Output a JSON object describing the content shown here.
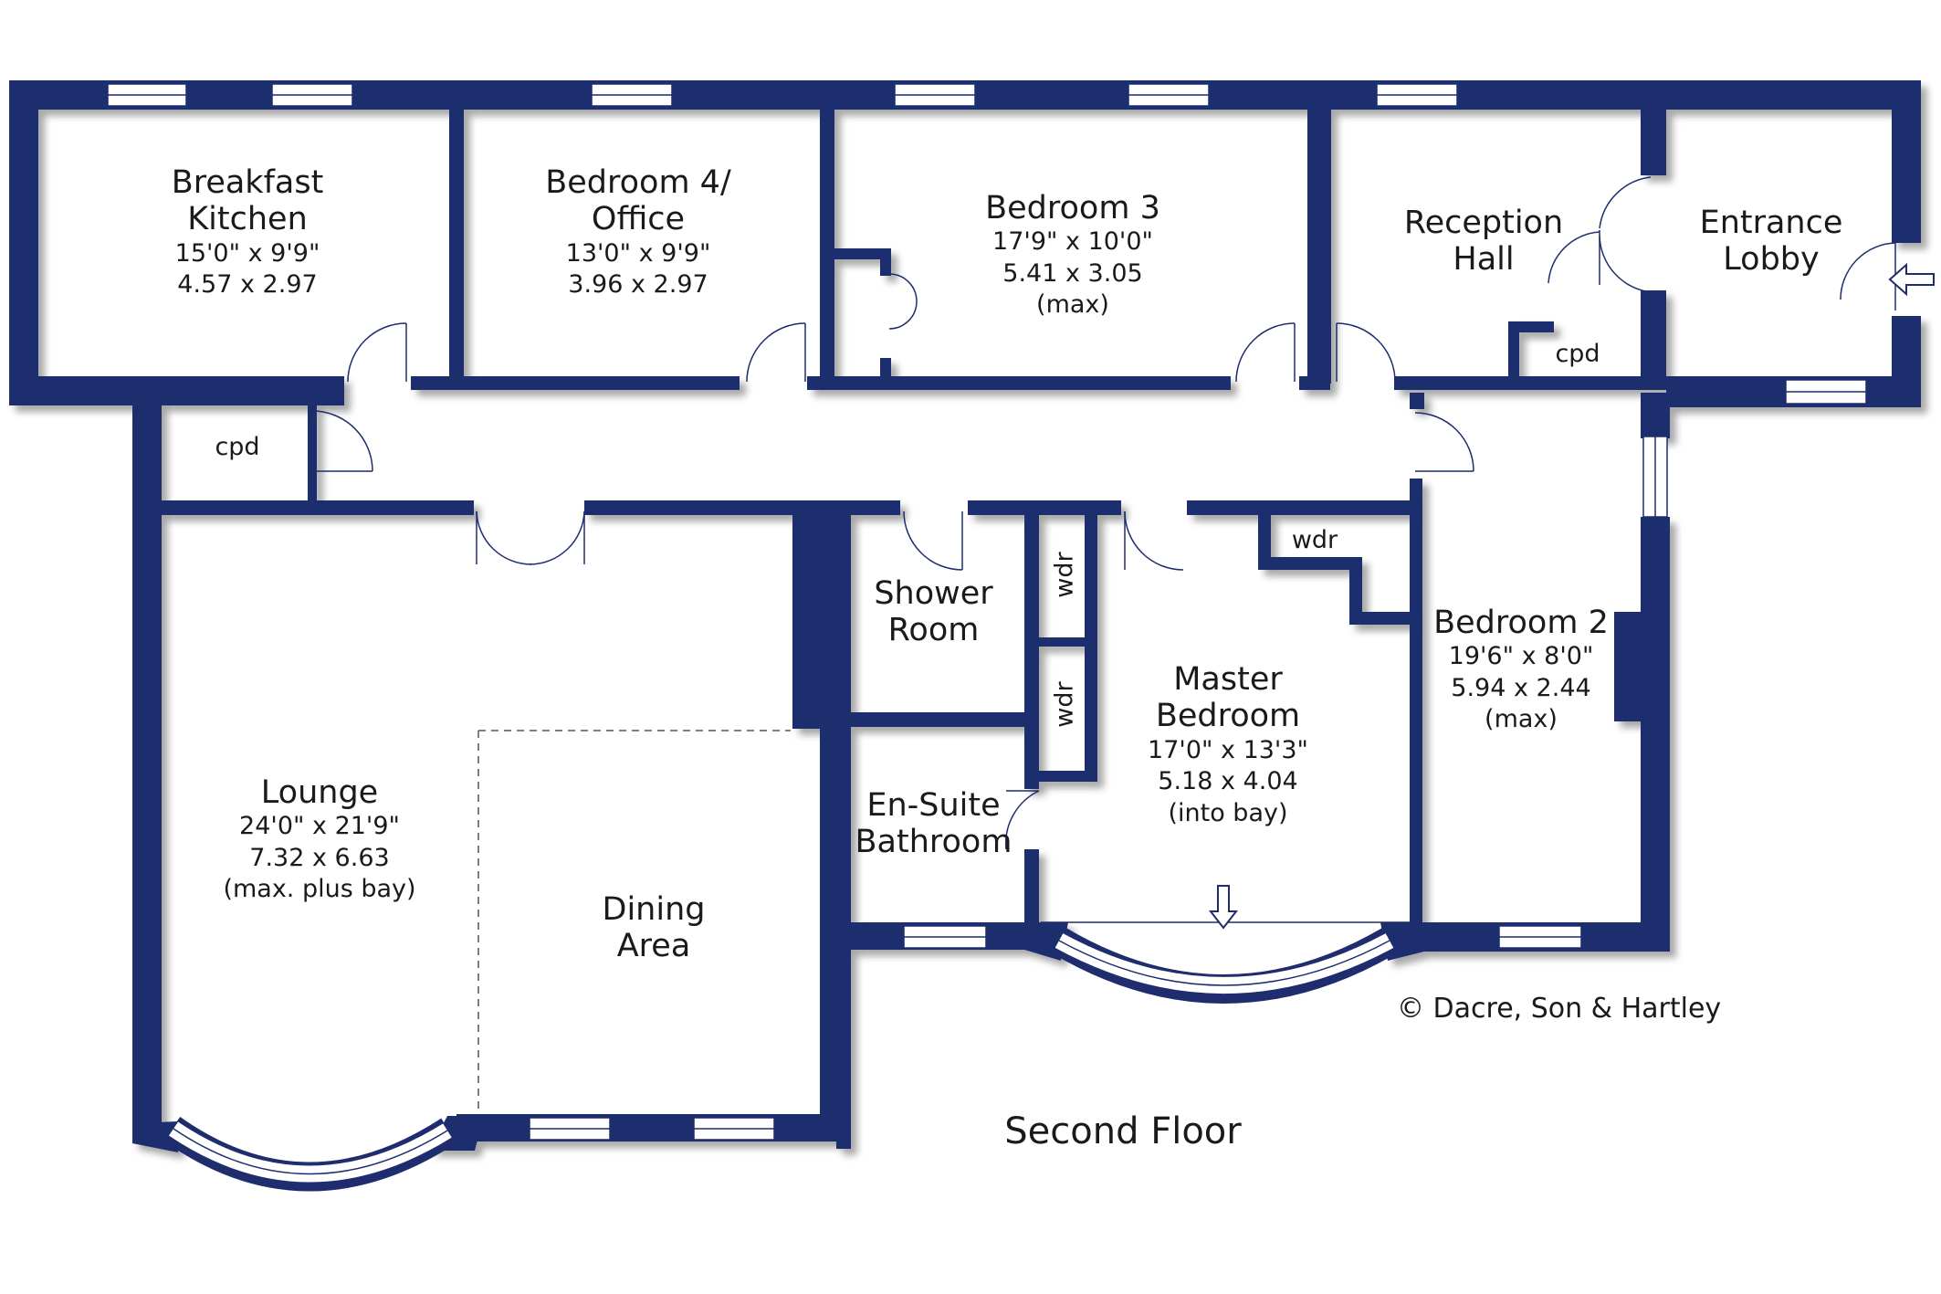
{
  "floor_title": "Second Floor",
  "copyright": "© Dacre, Son & Hartley",
  "colors": {
    "wall": "#1f2d6e",
    "background": "#ffffff",
    "window": "#ffffff",
    "shadow": "#9a9a9a"
  },
  "rooms": {
    "breakfast_kitchen": {
      "name": [
        "Breakfast",
        "Kitchen"
      ],
      "imperial": "15'0\"  x   9'9\"",
      "metric": "4.57  x   2.97"
    },
    "bedroom4": {
      "name": [
        "Bedroom 4/",
        "Office"
      ],
      "imperial": "13'0\"  x   9'9\"",
      "metric": "3.96  x   2.97"
    },
    "bedroom3": {
      "name": [
        "Bedroom 3"
      ],
      "imperial": "17'9\"  x  10'0\"",
      "metric": "5.41  x  3.05",
      "note": "(max)"
    },
    "reception_hall": {
      "name": [
        "Reception",
        "Hall"
      ]
    },
    "entrance_lobby": {
      "name": [
        "Entrance",
        "Lobby"
      ]
    },
    "lounge": {
      "name": [
        "Lounge"
      ],
      "imperial": "24'0\"  x  21'9\"",
      "metric": "7.32  x  6.63",
      "note": "(max. plus bay)"
    },
    "dining_area": {
      "name": [
        "Dining",
        "Area"
      ]
    },
    "shower_room": {
      "name": [
        "Shower",
        "Room"
      ]
    },
    "ensuite": {
      "name": [
        "En-Suite",
        "Bathroom"
      ]
    },
    "master_bedroom": {
      "name": [
        "Master",
        "Bedroom"
      ],
      "imperial": "17'0\"  x  13'3\"",
      "metric": "5.18  x  4.04",
      "note": "(into bay)"
    },
    "bedroom2": {
      "name": [
        "Bedroom 2"
      ],
      "imperial": "19'6\"  x   8'0\"",
      "metric": "5.94  x  2.44",
      "note": "(max)"
    }
  },
  "cupboards": {
    "cpd_left": "cpd",
    "cpd_hall": "cpd",
    "wdr_top": "wdr",
    "wdr_1": "wdr",
    "wdr_2": "wdr"
  },
  "icons": {
    "entrance": "arrow-left-icon",
    "bay": "arrow-down-icon"
  }
}
